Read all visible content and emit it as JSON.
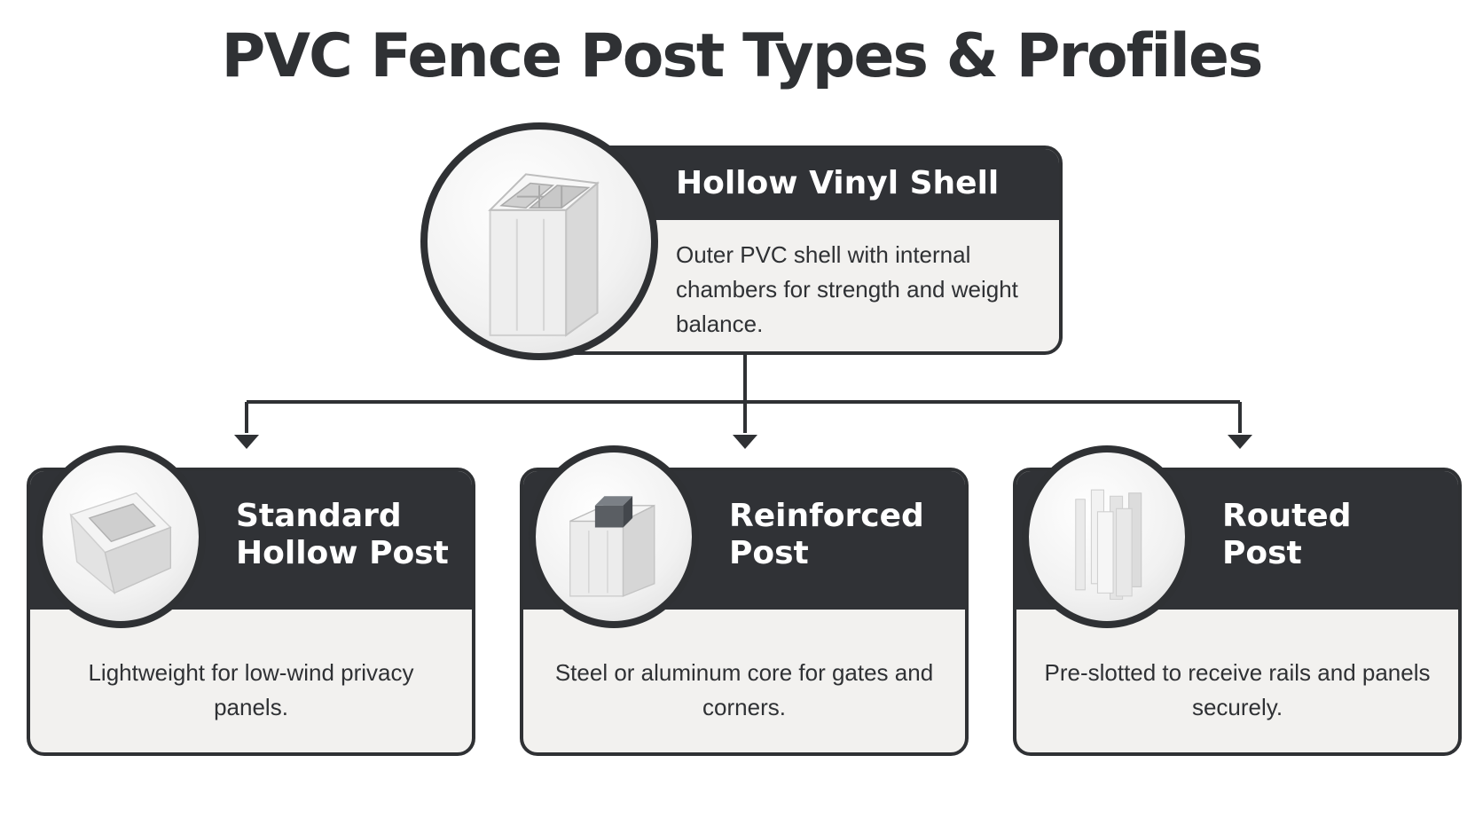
{
  "title": "PVC Fence Post Types & Profiles",
  "colors": {
    "dark": "#303236",
    "panel": "#f2f1ef",
    "background": "#ffffff",
    "text": "#2f3134"
  },
  "top_card": {
    "title": "Hollow Vinyl Shell",
    "description": "Outer PVC shell with internal chambers for strength and weight balance.",
    "icon": "multi-chamber-post-icon"
  },
  "cards": [
    {
      "title": "Standard\nHollow Post",
      "description": "Lightweight for low-wind privacy panels.",
      "icon": "hollow-square-post-icon"
    },
    {
      "title": "Reinforced\nPost",
      "description": "Steel or aluminum core for gates and corners.",
      "icon": "reinforced-core-post-icon"
    },
    {
      "title": "Routed\nPost",
      "description": "Pre-slotted to receive rails and panels securely.",
      "icon": "routed-slotted-post-icon"
    }
  ]
}
